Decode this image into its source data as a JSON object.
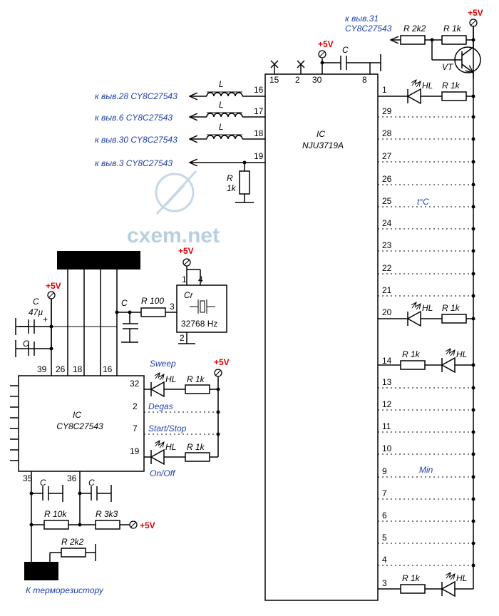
{
  "watermark": "cxem.net",
  "supply": "+5V",
  "ic_main": {
    "designator": "IC",
    "part": "NJU3719A"
  },
  "ic_ctrl": {
    "designator": "IC",
    "part": "CY8C27543"
  },
  "main_top_pins": [
    "15",
    "2",
    "30",
    "8"
  ],
  "main_left_pins": [
    "16",
    "17",
    "18",
    "19"
  ],
  "main_right_pins_top": [
    "1",
    "29",
    "28",
    "27",
    "26",
    "25",
    "24",
    "23",
    "22",
    "21",
    "20"
  ],
  "main_right_pins_bottom": [
    "14",
    "13",
    "12",
    "11",
    "10",
    "9",
    "7",
    "6",
    "5",
    "4",
    "3"
  ],
  "ctrl_top_pins": [
    "39",
    "26",
    "18",
    "16"
  ],
  "ctrl_right_pins": [
    "32",
    "2",
    "7",
    "19"
  ],
  "ctrl_bottom_pins": [
    "35",
    "36"
  ],
  "links": {
    "pin31": "к выв.31",
    "pin31_part": "CY8C27543",
    "pin28": "к выв.28 CY8C27543",
    "pin6": "к выв.6   CY8C27543",
    "pin30": "к выв.30 CY8C27543",
    "pin3": "к выв.3   CY8C27543",
    "thermistor": "К терморезистору"
  },
  "components": {
    "r_2k2": "R  2k2",
    "r_1k": "R  1k",
    "r_100": "R  100",
    "r_10k": "R  10k",
    "r_3k3": "R  3k3",
    "r_div": "R",
    "r_div_val": "1k",
    "cap": "C",
    "cap_47": "47µ",
    "plus": "+",
    "inductor": "L",
    "led": "HL",
    "transistor": "VT",
    "crystal": "Cr",
    "crystal_freq": "32768 Hz",
    "xtal_pins": [
      "1",
      "4",
      "3",
      "2"
    ],
    "header_pin": "1"
  },
  "segment_labels": {
    "temp": "t°C",
    "min": "Min"
  },
  "buttons": {
    "sweep": "Sweep",
    "degas": "Degas",
    "startstop": "Start/Stop",
    "onoff": "On/Off"
  }
}
